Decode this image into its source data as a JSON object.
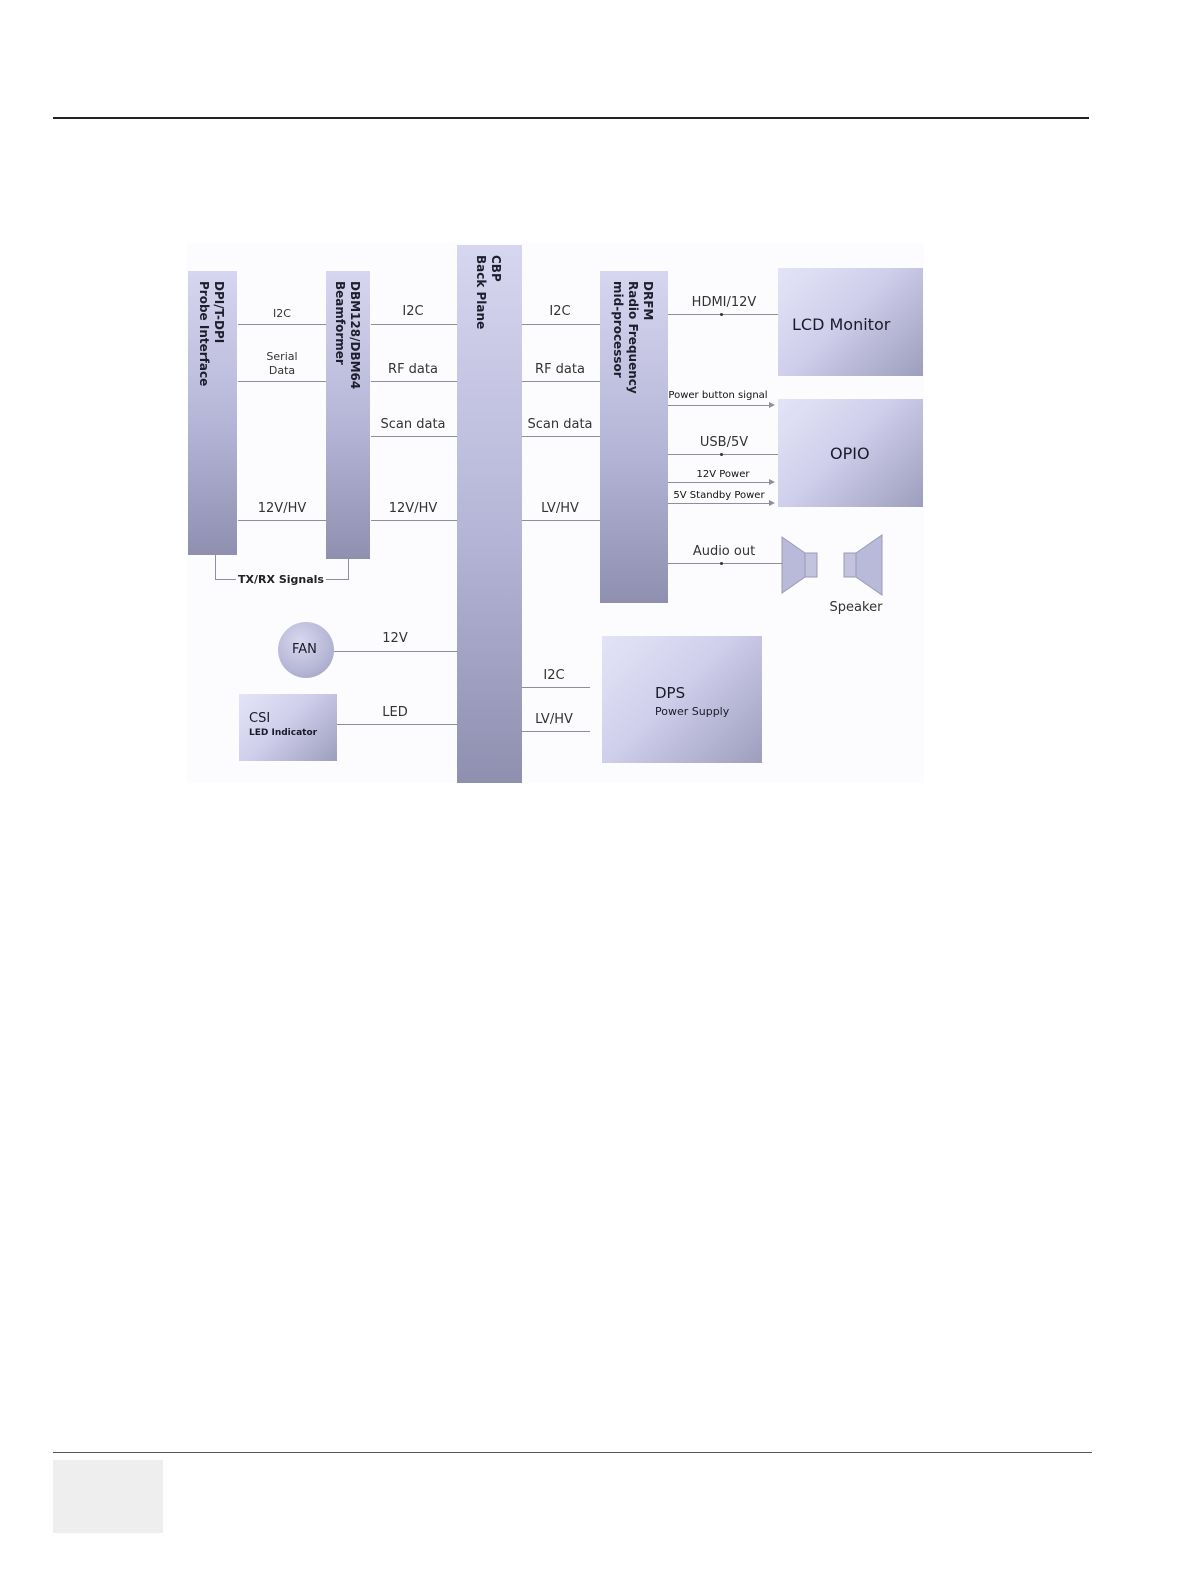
{
  "diagram": {
    "blocks": {
      "dpi": [
        "DPI/T-DPI",
        "Probe Interface"
      ],
      "dbm": [
        "DBM128/DBM64",
        "Beamformer"
      ],
      "cbp": [
        "CBP",
        "Back Plane"
      ],
      "drfm": [
        "DRFM",
        "Radio Frequency",
        "mid-processor"
      ],
      "lcd": "LCD Monitor",
      "opio": "OPIO",
      "fan": "FAN",
      "csi_title": "CSI",
      "csi_sub": "LED Indicator",
      "dps_title": "DPS",
      "dps_sub": "Power Supply",
      "speaker": "Speaker"
    },
    "labels": {
      "dpi_dbm_i2c": "I2C",
      "dpi_dbm_serial_1": "Serial",
      "dpi_dbm_serial_2": "Data",
      "dpi_dbm_power": "12V/HV",
      "txrx": "TX/RX Signals",
      "dbm_cbp_i2c": "I2C",
      "dbm_cbp_rf": "RF data",
      "dbm_cbp_scan": "Scan data",
      "dbm_cbp_power": "12V/HV",
      "cbp_drfm_i2c": "I2C",
      "cbp_drfm_rf": "RF data",
      "cbp_drfm_scan": "Scan data",
      "cbp_drfm_power": "LV/HV",
      "hdmi": "HDMI/12V",
      "power_button": "Power button signal",
      "usb": "USB/5V",
      "power_12v": "12V Power",
      "standby": "5V Standby Power",
      "audio": "Audio out",
      "fan_power": "12V",
      "led": "LED",
      "dps_i2c": "I2C",
      "dps_power": "LV/HV"
    }
  }
}
